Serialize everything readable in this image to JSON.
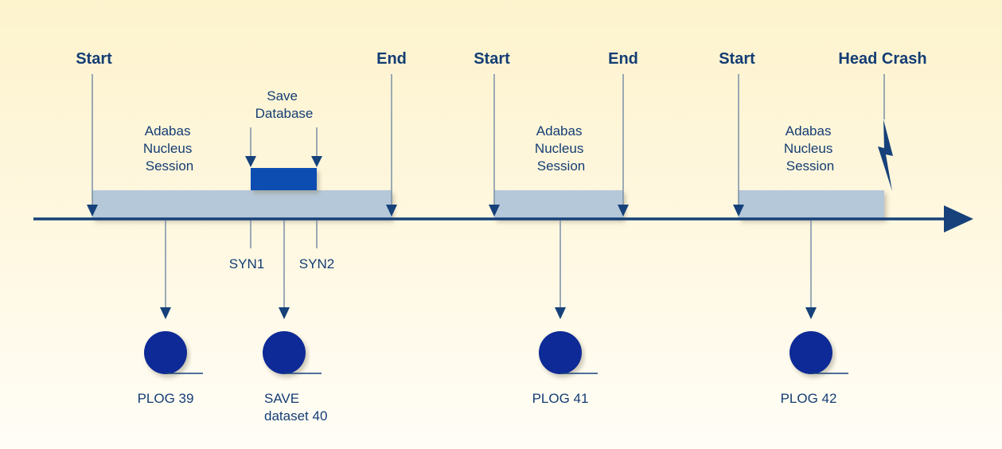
{
  "colors": {
    "line": "#16417a",
    "session_bar": "#b5c8d9",
    "save_block": "#0b4db2",
    "tape": "#0e2a96",
    "text": "#143d74"
  },
  "events": {
    "start1": "Start",
    "end1": "End",
    "start2": "Start",
    "end2": "End",
    "start3": "Start",
    "head_crash": "Head Crash"
  },
  "sessions": [
    {
      "lines": [
        "Adabas",
        "Nucleus",
        "Session"
      ]
    },
    {
      "lines": [
        "Adabas",
        "Nucleus",
        "Session"
      ]
    },
    {
      "lines": [
        "Adabas",
        "Nucleus",
        "Session"
      ]
    }
  ],
  "save_database": {
    "lines": [
      "Save",
      "Database"
    ]
  },
  "sync_points": [
    "SYN1",
    "SYN2"
  ],
  "outputs": [
    {
      "icon": "tape-reel-icon",
      "lines": [
        "PLOG 39"
      ]
    },
    {
      "icon": "tape-reel-icon",
      "lines": [
        "SAVE",
        "dataset 40"
      ]
    },
    {
      "icon": "tape-reel-icon",
      "lines": [
        "PLOG 41"
      ]
    },
    {
      "icon": "tape-reel-icon",
      "lines": [
        "PLOG 42"
      ]
    }
  ],
  "crash_icon": "lightning-bolt-icon"
}
